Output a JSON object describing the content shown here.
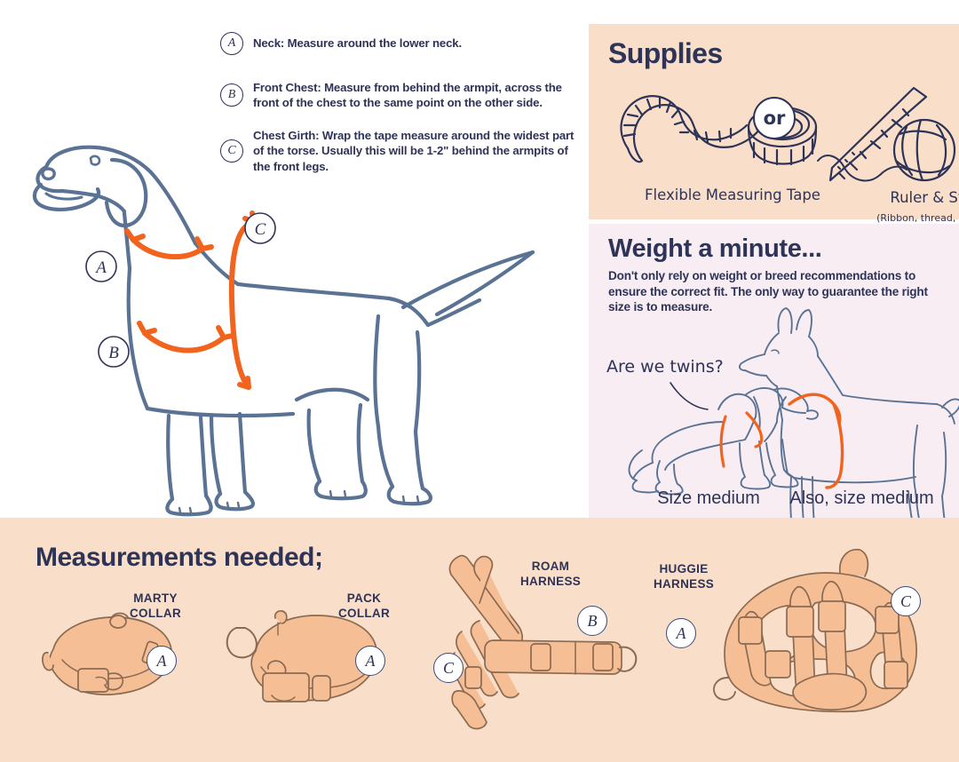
{
  "colors": {
    "navy": "#2e3358",
    "slate_blue": "#5a7294",
    "orange": "#f2641e",
    "peach_panel": "#f9dfc9",
    "pink_panel": "#f8edf3",
    "strap_fill": "#f5be95",
    "strap_stroke": "#8a6a52",
    "white": "#ffffff"
  },
  "instructions": [
    {
      "badge": "A",
      "text": "Neck: Measure around the lower neck."
    },
    {
      "badge": "B",
      "text": "Front Chest: Measure from behind the armpit, across the front of the chest to the same point on the other side."
    },
    {
      "badge": "C",
      "text": "Chest Girth: Wrap the tape measure around the widest part of the torse. Usually this will be 1-2\" behind the armpits of the front legs."
    }
  ],
  "dog_markers": [
    {
      "badge": "A",
      "meaning": "neck"
    },
    {
      "badge": "B",
      "meaning": "front-chest"
    },
    {
      "badge": "C",
      "meaning": "chest-girth"
    }
  ],
  "supplies": {
    "title": "Supplies",
    "or_label": "or",
    "item_1": "Flexible Measuring Tape",
    "item_2": "Ruler & String",
    "item_2_sub": "(Ribbon, thread, tie, etc...)"
  },
  "weight": {
    "title": "Weight a minute...",
    "body": "Don't only rely on weight or breed recommendations to ensure the correct fit. The only way to guarantee the right size is to measure.",
    "twins_note": "Are we twins?",
    "caption_left": "Size medium",
    "caption_right": "Also, size medium"
  },
  "bottom": {
    "title": "Measurements needed;",
    "products": [
      {
        "name": "MARTY\nCOLLAR",
        "line1": "MARTY",
        "line2": "COLLAR",
        "badges": [
          "A"
        ]
      },
      {
        "name": "PACK\nCOLLAR",
        "line1": "PACK",
        "line2": "COLLAR",
        "badges": [
          "A"
        ]
      },
      {
        "name": "ROAM\nHARNESS",
        "line1": "ROAM",
        "line2": "HARNESS",
        "badges": [
          "C",
          "B"
        ]
      },
      {
        "name": "HUGGIE\nHARNESS",
        "line1": "HUGGIE",
        "line2": "HARNESS",
        "badges": [
          "A",
          "C"
        ]
      }
    ],
    "badge_marty": "A",
    "badge_pack": "A",
    "badge_roam_c": "C",
    "badge_roam_b": "B",
    "badge_huggie_a": "A",
    "badge_huggie_c": "C"
  }
}
